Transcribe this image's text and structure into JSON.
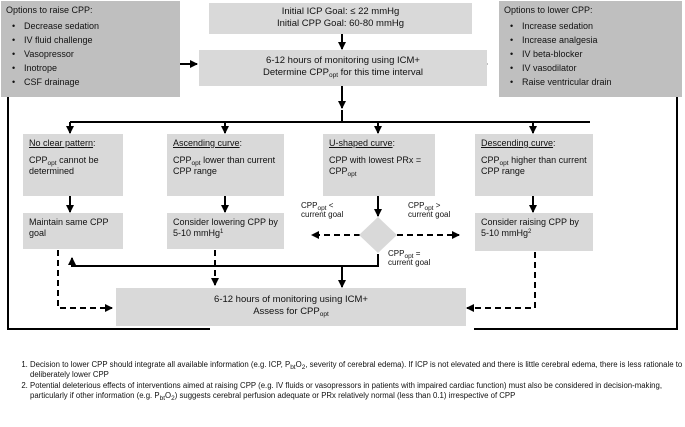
{
  "colors": {
    "box_fill": "#d9d9d9",
    "side_box_fill": "#bfbfbf",
    "arrow": "#000000"
  },
  "goals": {
    "icp": "Initial ICP Goal: ≤ 22 mmHg",
    "cpp": "Initial CPP Goal: 60-80 mmHg"
  },
  "raise_options": {
    "title": "Options to raise CPP:",
    "items": [
      "Decrease sedation",
      "IV fluid challenge",
      "Vasopressor",
      "Inotrope",
      "CSF drainage"
    ]
  },
  "lower_options": {
    "title": "Options to lower CPP:",
    "items": [
      "Increase sedation",
      "Increase analgesia",
      "IV beta-blocker",
      "IV vasodilator",
      "Raise ventricular drain"
    ]
  },
  "monitor_top": {
    "line1": "6-12 hours of monitoring using ICM+",
    "line2_pre": "Determine CPP",
    "line2_sub": "opt",
    "line2_post": " for this time interval"
  },
  "patterns": {
    "no_clear": {
      "title": "No clear pattern",
      "body_pre": "CPP",
      "body_sub": "opt",
      "body_post": " cannot be determined"
    },
    "ascending": {
      "title": "Ascending curve",
      "body_pre": "CPP",
      "body_sub": "opt",
      "body_post": " lower than current CPP range"
    },
    "u_shaped": {
      "title": "U-shaped curve",
      "body_pre": "CPP with lowest PRx = CPP",
      "body_sub": "opt",
      "body_post": ""
    },
    "descending": {
      "title": "Descending curve",
      "body_pre": "CPP",
      "body_sub": "opt",
      "body_post": " higher than current CPP range"
    }
  },
  "actions": {
    "maintain": "Maintain same CPP goal",
    "lower_pre": "Consider lowering CPP by 5-10 mmHg",
    "lower_sup": "1",
    "raise_pre": "Consider raising CPP by 5-10 mmHg",
    "raise_sup": "2"
  },
  "decision": {
    "left_pre": "CPP",
    "left_sub": "opt",
    "left_post": " < current goal",
    "right_pre": "CPP",
    "right_sub": "opt",
    "right_post": " > current goal",
    "bottom_pre": "CPP",
    "bottom_sub": "opt",
    "bottom_post": " = current goal"
  },
  "monitor_bottom": {
    "line1": "6-12 hours of monitoring using ICM+",
    "line2_pre": "Assess for CPP",
    "line2_sub": "opt"
  },
  "notes": [
    {
      "pre": "Decision to lower CPP should integrate all available information (e.g. ICP, P",
      "sub": "bt",
      "mid": "O",
      "sub2": "2",
      "post": ", severity of cerebral edema).  If ICP is not elevated and there is little cerebral edema, there is less rationale to deliberately lower CPP"
    },
    {
      "pre": "Potential deleterious effects of interventions aimed at raising CPP (e.g. IV fluids or vasopressors in patients with impaired cardiac function) must also be considered in decision-making, particularly if other information (e.g. P",
      "sub": "bt",
      "mid": "O",
      "sub2": "2",
      "post": ") suggests cerebral perfusion adequate or PRx relatively normal (less than 0.1) irrespective of CPP"
    }
  ]
}
